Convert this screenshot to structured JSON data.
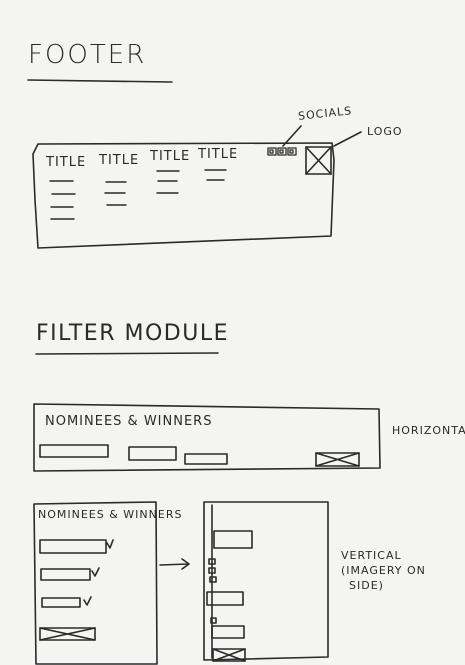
{
  "footer_section": {
    "heading": "FOOTER",
    "column_titles": [
      "TITLE",
      "TITLE",
      "TITLE",
      "TITLE"
    ],
    "callout_socials": "SOCIALS",
    "callout_logo": "LOGO"
  },
  "filter_section": {
    "heading": "FILTER MODULE",
    "horizontal_title": "NOMINEES & WINNERS",
    "horizontal_label": "HORIZONTAL",
    "vertical_title": "NOMINEES & WINNERS",
    "vertical_label_lines": [
      "VERTICAL",
      "(IMAGERY ON",
      "SIDE)"
    ]
  }
}
